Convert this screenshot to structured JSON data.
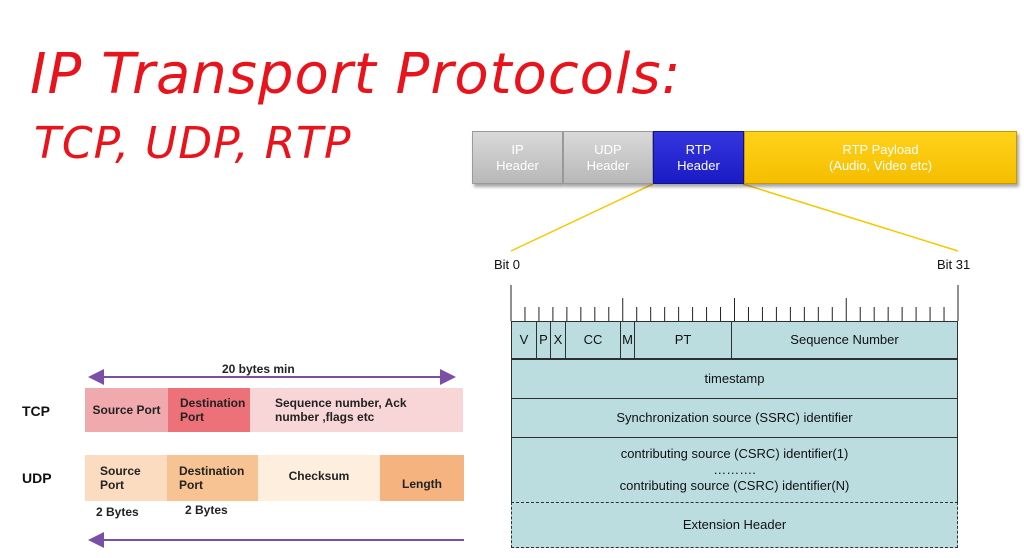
{
  "title": {
    "line1": "IP Transport Protocols:",
    "line2": "TCP, UDP, RTP"
  },
  "packet": {
    "segments": [
      {
        "label": "IP\nHeader"
      },
      {
        "label": "UDP\nHeader"
      },
      {
        "label": "RTP\nHeader"
      },
      {
        "label": "RTP Payload\n(Audio, Video etc)"
      }
    ],
    "colors": {
      "grey": "#c9c9c9",
      "blue": "#2a2ad8",
      "gold": "#ffc800",
      "callout": "#f5c800"
    }
  },
  "rtp_header": {
    "bit_start": "Bit 0",
    "bit_end": "Bit 31",
    "fields_row1": [
      "V",
      "P",
      "X",
      "CC",
      "M",
      "PT",
      "Sequence Number"
    ],
    "timestamp": "timestamp",
    "ssrc": "Synchronization source (SSRC) identifier",
    "csrc": "contributing source (CSRC) identifier(1)\n……….\ncontributing source (CSRC) identifier(N)",
    "extension": "Extension Header",
    "cell_color": "#bcdde0"
  },
  "tcp_udp": {
    "span_label": "20 bytes min",
    "tcp": {
      "label": "TCP",
      "source_port": "Source Port",
      "destination_port": "Destination\nPort",
      "rest": "Sequence number, Ack\nnumber ,flags etc"
    },
    "udp": {
      "label": "UDP",
      "source_port": "Source\nPort",
      "destination_port": "Destination\nPort",
      "checksum": "Checksum",
      "length": "Length"
    },
    "byte_labels": [
      "2 Bytes",
      "2 Bytes"
    ],
    "arrow_color": "#7b4fa8"
  }
}
